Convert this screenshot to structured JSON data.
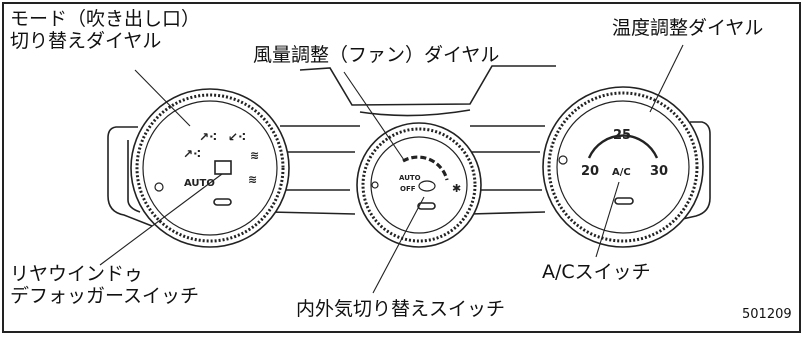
{
  "callouts": {
    "mode_dial_line1": "モード（吹き出し口）",
    "mode_dial_line2": "切り替えダイヤル",
    "fan_dial": "風量調整（ファン）ダイヤル",
    "temp_dial": "温度調整ダイヤル",
    "rear_defogger_line1": "リヤウインドゥ",
    "rear_defogger_line2": "デフォッガースイッチ",
    "recirc_switch": "内外気切り替えスイッチ",
    "ac_switch": "A/Cスイッチ",
    "figure_number": "501209"
  },
  "dials": {
    "mode_auto": "AUTO",
    "fan_auto": "AUTO",
    "fan_off": "OFF",
    "temp_25": "25",
    "temp_20": "20",
    "temp_30": "30",
    "temp_ac": "A/C"
  },
  "icons": {
    "mode_dial": [
      "face-vent-icon",
      "face-foot-vent-icon",
      "foot-vent-icon",
      "foot-defrost-icon",
      "rear-defrost-icon",
      "windshield-defrost-icon"
    ],
    "fan_dial": [
      "recirculation-icon",
      "fan-icon"
    ]
  },
  "colors": {
    "line": "#222222",
    "background": "#ffffff",
    "dial_face": "#ffffff"
  }
}
